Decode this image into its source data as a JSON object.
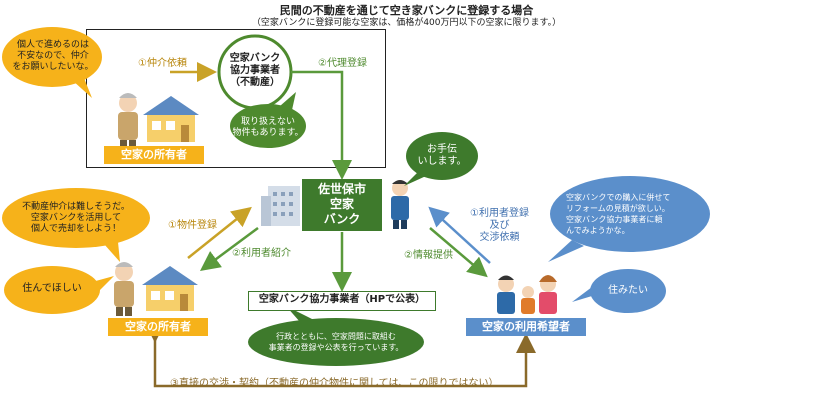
{
  "header": {
    "title": "民間の不動産を通じて空き家バンクに登録する場合",
    "subtitle": "（空家バンクに登録可能な空家は、価格が400万円以下の空家に限ります。）"
  },
  "top": {
    "owner_bubble": "個人で進めるのは\n不安なので、仲介\nをお願いしたいな。",
    "arrow1_label": "①仲介依頼",
    "arrow2_label": "②代理登録",
    "agent_circle": "空家バンク\n協力事業者\n（不動産）",
    "agent_bubble": "取り扱えない\n物件もあります。",
    "owner_label": "空家の所有者"
  },
  "center": {
    "bank_label": "佐世保市\n空家\nバンク",
    "staff_bubble": "お手伝\nいします。",
    "assoc_label": "空家バンク協力事業者（HPで公表）",
    "assoc_bubble": "行政とともに、空家問題に取組む\n事業者の登録や公表を行っています。"
  },
  "left": {
    "bubble_top": "不動産仲介は難しそうだ。\n空家バンクを活用して\n個人で売却をしよう！",
    "bubble_bottom": "住んでほしい",
    "arrow_register": "①物件登録",
    "arrow_introduce": "②利用者紹介",
    "owner_label": "空家の所有者"
  },
  "right": {
    "bubble_top": "空家バンクでの購入に併せて\nリフォームの見積が欲しい。\n空家バンク協力事業者に頼\nんでみようかな。",
    "bubble_bottom": "住みたい",
    "arrow_user_register": "①利用者登録\n及び\n交渉依頼",
    "arrow_info": "②情報提供",
    "user_label": "空家の利用希望者"
  },
  "bottom": {
    "negotiation": "③直接の交渉・契約（不動産の仲介物件に関しては、この限りではない）"
  },
  "colors": {
    "gold": "#f6b21a",
    "green": "#3e7a2c",
    "blue": "#5b8fcb"
  }
}
